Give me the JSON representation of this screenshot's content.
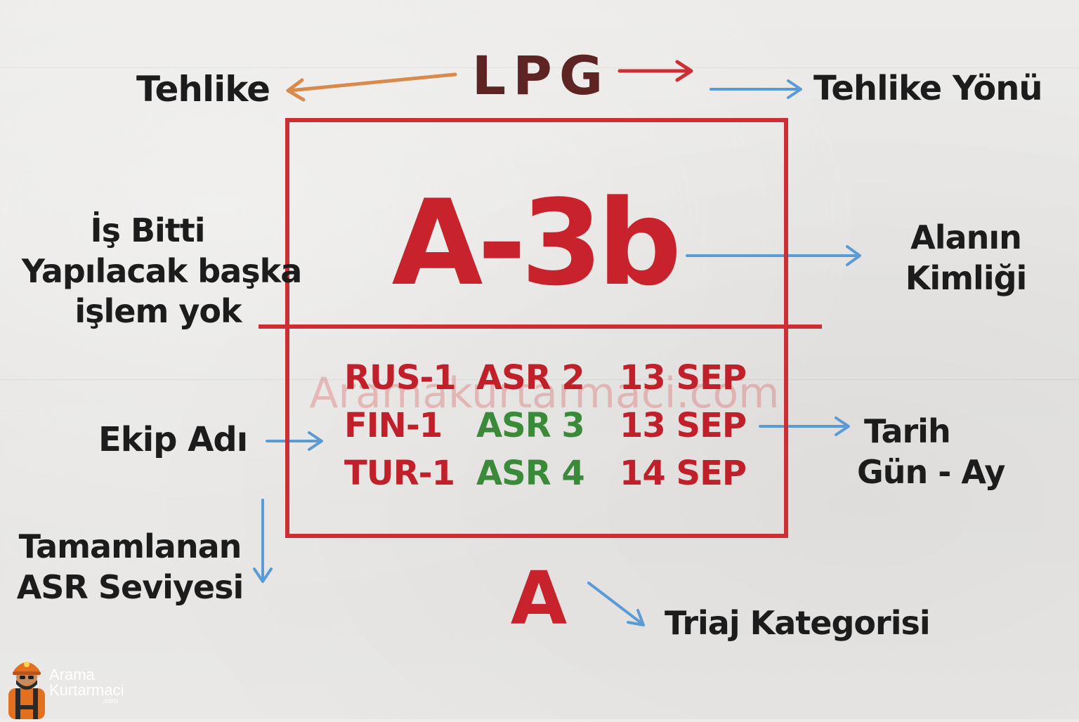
{
  "hazard_code": "LPG",
  "zone_id": "A-3b",
  "triage_category": "A",
  "labels": {
    "hazard": "Tehlike",
    "hazard_direction": "Tehlike Yönü",
    "job_done": [
      "İş Bitti",
      "Yapılacak başka",
      "işlem yok"
    ],
    "zone_identity": [
      "Alanın",
      "Kimliği"
    ],
    "team_name": "Ekip Adı",
    "date": [
      "Tarih",
      "Gün - Ay"
    ],
    "completed_asr": [
      "Tamamlanan",
      "ASR Seviyesi"
    ],
    "triage": "Triaj Kategorisi"
  },
  "team_log": [
    {
      "team": "RUS-1",
      "asr": "ASR 2",
      "date": "13 SEP"
    },
    {
      "team": "FIN-1",
      "asr": "ASR 3",
      "date": "13 SEP"
    },
    {
      "team": "TUR-1",
      "asr": "ASR 4",
      "date": "14 SEP"
    }
  ],
  "watermark": "Aramakurtarmaci.com",
  "logo": {
    "line1": "Arama",
    "line2": "Kurtarmaci",
    "line3": ".com"
  },
  "colors": {
    "marking_red": "#cc2e33",
    "hazard_brown": "#5e2323",
    "asr_green": "#3a8a3a",
    "arrow_blue": "#5b9bd5",
    "arrow_orange": "#d98a4a",
    "arrow_red": "#cc2e33"
  }
}
